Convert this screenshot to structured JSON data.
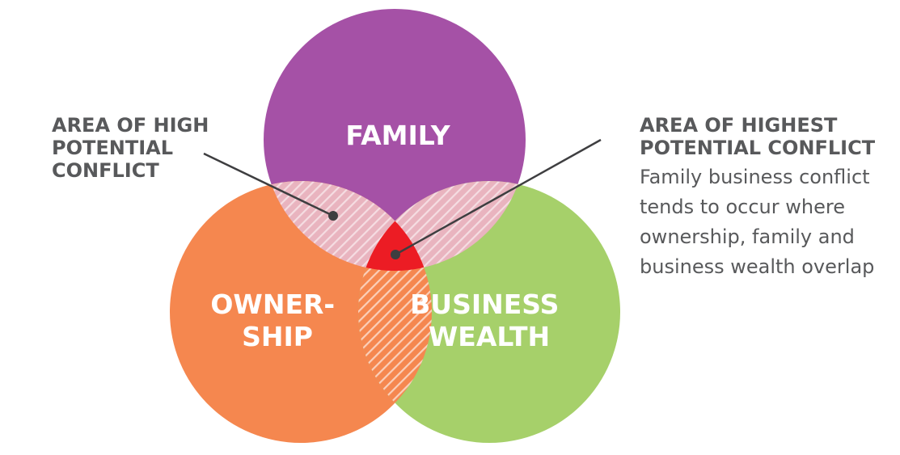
{
  "colors": {
    "family": "#a551a6",
    "ownership": "#f5874f",
    "business_wealth": "#a6d06a",
    "overlap_pair": "#e9b4bf",
    "overlap_center": "#ec1c24",
    "text": "#58595b",
    "leader": "#3e3e40"
  },
  "circles": {
    "family": {
      "lines": [
        "FAMILY"
      ]
    },
    "ownership": {
      "lines": [
        "OWNER-",
        "SHIP"
      ]
    },
    "business_wealth": {
      "lines": [
        "BUSINESS",
        "WEALTH"
      ]
    }
  },
  "annotations": {
    "high": {
      "title_lines": [
        "AREA OF HIGH",
        "POTENTIAL",
        "CONFLICT"
      ]
    },
    "highest": {
      "title_lines": [
        "AREA OF HIGHEST",
        "POTENTIAL CONFLICT"
      ],
      "body_lines": [
        "Family business conflict",
        "tends to occur where",
        "ownership, family and",
        "business wealth overlap"
      ]
    }
  }
}
